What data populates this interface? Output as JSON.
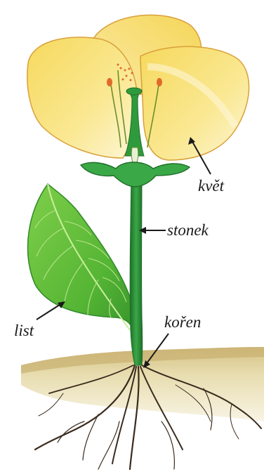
{
  "labels": {
    "flower": "květ",
    "stem": "stonek",
    "leaf": "list",
    "root": "kořen"
  },
  "colors": {
    "petal": "#f7df72",
    "petal_light": "#fdf3c2",
    "petal_edge": "#d9a03a",
    "stem": "#2f9a3b",
    "stem_dark": "#1f6e2a",
    "leaf": "#5fbf3a",
    "leaf_dark": "#2f8a2a",
    "soil": "#c9b57a",
    "soil_light": "#efe6c4",
    "root": "#3a2b1e",
    "pointer": "#1a1a1a"
  }
}
